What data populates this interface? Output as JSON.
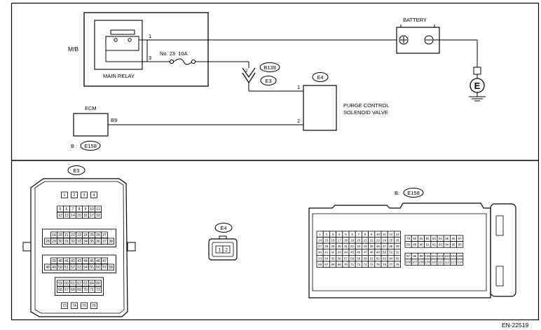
{
  "labels": {
    "mb": "M/B",
    "main_relay": "MAIN RELAY",
    "battery": "BATTERY",
    "fuse": "No. 23  10A",
    "ecm": "ECM",
    "ecm_pin": "B9",
    "ecm_conn_prefix": "B :",
    "ecm_conn": "E158",
    "b139": "B139",
    "e3": "E3",
    "e4": "E4",
    "valve_line1": "PURGE CONTROL",
    "valve_line2": "SOLENOID VALVE",
    "ground": "E",
    "pin1_relay": "1",
    "pin3_relay": "3",
    "pin2_b139": "2",
    "pin1_valve": "1",
    "pin2_valve": "2",
    "e3_title": "E3",
    "e4_title": "E4",
    "e158_prefix": "B:",
    "e158_title": "E158",
    "doc_code": "EN-22519"
  },
  "e3_connector": {
    "rows": [
      [
        "1",
        "2",
        "3",
        "4"
      ],
      [
        "5",
        "6",
        "7",
        "8",
        "9",
        "10",
        "11"
      ],
      [
        "12",
        "13",
        "14",
        "15",
        "16",
        "17",
        "18"
      ],
      [
        "19",
        "20",
        "21",
        "22",
        "23",
        "24",
        "25",
        "26",
        "27"
      ],
      [
        "28",
        "29",
        "30",
        "31",
        "32",
        "33",
        "34",
        "35",
        "36",
        "37",
        "38"
      ],
      [
        "39",
        "40",
        "41",
        "42",
        "43",
        "44",
        "45",
        "46",
        "47"
      ],
      [
        "48",
        "49",
        "50",
        "51",
        "52",
        "53",
        "54",
        "55",
        "56",
        "57",
        "58"
      ],
      [
        "59",
        "60",
        "61",
        "62",
        "63",
        "64",
        "65"
      ],
      [
        "66",
        "67",
        "68",
        "69",
        "70",
        "71",
        "72"
      ],
      [
        "73",
        "74",
        "75",
        "76"
      ]
    ]
  },
  "e4_connector": {
    "pins": [
      "1",
      "2"
    ]
  },
  "e158_connector": {
    "left_rows": [
      [
        "1",
        "2",
        "3",
        "4",
        "5",
        "6",
        "7",
        "8",
        "9",
        "10",
        "11",
        "12",
        "13"
      ],
      [
        "14",
        "15",
        "16",
        "17",
        "18",
        "19",
        "20",
        "21",
        "22",
        "23",
        "24",
        "25",
        "26"
      ],
      [
        "27",
        "28",
        "29",
        "30",
        "31",
        "32",
        "33",
        "34",
        "35",
        "36",
        "37",
        "38",
        "39"
      ],
      [
        "40",
        "41",
        "42",
        "43",
        "44",
        "45",
        "46",
        "47",
        "48",
        "49",
        "50",
        "51",
        "52"
      ],
      [
        "53",
        "54",
        "55",
        "56",
        "57",
        "58",
        "59",
        "60",
        "61",
        "62",
        "63",
        "64",
        "65"
      ],
      [
        "66",
        "67",
        "68",
        "69",
        "70",
        "71",
        "72",
        "73",
        "74",
        "75",
        "76",
        "77",
        "78"
      ]
    ],
    "right_rows": [
      [
        "79",
        "80",
        "81",
        "82",
        "83",
        "84",
        "85",
        "86",
        "87"
      ],
      [
        "88",
        "89",
        "90",
        "91",
        "92",
        "93",
        "94",
        "95",
        "96"
      ],
      [
        "97",
        "98",
        "99",
        "100",
        "101",
        "102",
        "103",
        "104",
        "105"
      ],
      [
        "106",
        "107",
        "108",
        "109",
        "110",
        "111",
        "112",
        "113",
        "114"
      ]
    ]
  }
}
